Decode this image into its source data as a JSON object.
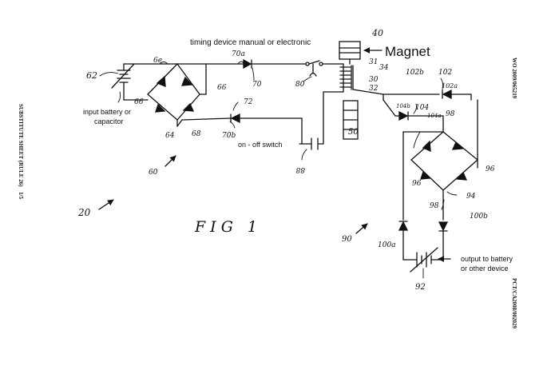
{
  "header": {
    "timing_label": "timing device manual or electronic",
    "magnet_label": "Magnet"
  },
  "labels": {
    "input": [
      "input battery or",
      "capacitor"
    ],
    "switch": "on - off switch",
    "output": [
      "output to battery",
      "or other device"
    ],
    "figure": "FIG 1"
  },
  "refs": {
    "r40": "40",
    "r31": "31",
    "r34": "34",
    "r30": "30",
    "r32": "32",
    "r50": "50",
    "r62": "62",
    "r6e": "6e",
    "r66a": "66",
    "r66b": "66",
    "r64": "64",
    "r68": "68",
    "r60": "60",
    "r70a": "70a",
    "r70": "70",
    "r72": "72",
    "r70b": "70b",
    "r80": "80",
    "r88": "88",
    "r20": "20",
    "r102b": "102b",
    "r102": "102",
    "r102a": "102a",
    "r104b": "104b",
    "r104": "104",
    "r104a": "104a",
    "r98a": "98",
    "r96a": "96",
    "r96b": "96",
    "r94": "94",
    "r98b": "98",
    "r100b": "100b",
    "r100a": "100a",
    "r90": "90",
    "r92": "92"
  },
  "margin": {
    "left_top": "1/5",
    "left_bottom": "SUBSTITUTE SHEET (RULE 26)",
    "right_top": "WO 2009/065219",
    "right_bottom": "PCT/CA2008/002029"
  }
}
